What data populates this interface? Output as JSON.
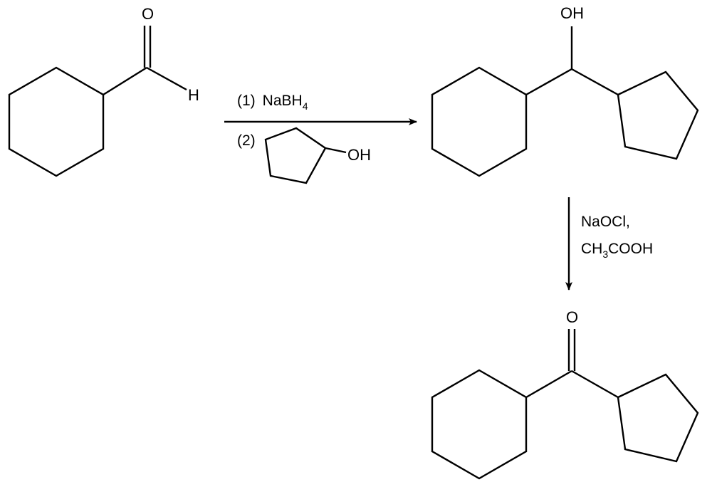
{
  "atoms": {
    "aldehyde_o": "O",
    "aldehyde_h": "H",
    "alcohol_oh": "OH",
    "reagent_cyclopentanol_oh": "OH",
    "ketone_o": "O"
  },
  "step1": {
    "line1_prefix": "(1)",
    "line1_reagent": "NaBH",
    "line1_subscript": "4",
    "line2_prefix": "(2)"
  },
  "step2": {
    "line1": "NaOCl,",
    "line2_part1": "CH",
    "line2_sub": "3",
    "line2_part2": "COOH"
  }
}
